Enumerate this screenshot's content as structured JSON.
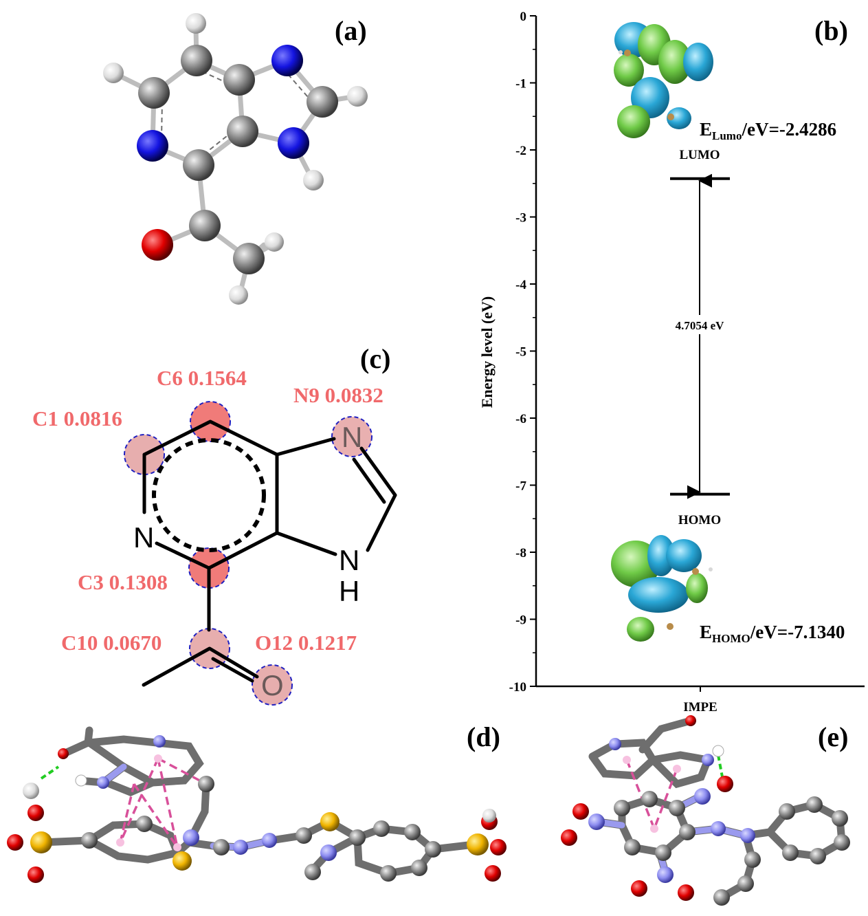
{
  "panels": {
    "a": "(a)",
    "b": "(b)",
    "c": "(c)",
    "d": "(d)",
    "e": "(e)"
  },
  "panel_c": {
    "atoms": [
      {
        "id": "C1",
        "value": "C1 0.0816"
      },
      {
        "id": "C6",
        "value": "C6 0.1564"
      },
      {
        "id": "N9",
        "value": "N9 0.0832"
      },
      {
        "id": "C3",
        "value": "C3 0.1308"
      },
      {
        "id": "C10",
        "value": "C10 0.0670"
      },
      {
        "id": "O12",
        "value": "O12 0.1217"
      }
    ],
    "ring_letters": {
      "n_left": "N",
      "n9": "N",
      "nh_n": "N",
      "nh_h": "H",
      "o": "O"
    }
  },
  "chart_data": {
    "type": "energy-level",
    "ylabel": "Energy level (eV)",
    "xlabel": "IMPE",
    "ylim": [
      -10,
      0
    ],
    "yticks": [
      "0",
      "-1",
      "-2",
      "-3",
      "-4",
      "-5",
      "-6",
      "-7",
      "-8",
      "-9",
      "-10"
    ],
    "levels": [
      {
        "name": "LUMO",
        "value": -2.4286,
        "annotation_main": "E",
        "annotation_sub": "Lumo",
        "annotation_rest": "/eV=-2.4286"
      },
      {
        "name": "HOMO",
        "value": -7.134,
        "annotation_main": "E",
        "annotation_sub": "HOMO",
        "annotation_rest": "/eV=-7.1340"
      }
    ],
    "gap_label": "4.7054 eV"
  },
  "colors": {
    "label_red": "#f0696b",
    "orbital_blue": "#2aa7d6",
    "orbital_green": "#6fca47",
    "carbon": "#7d7d7d",
    "nitrogen": "#1010d8",
    "oxygen": "#e00000",
    "hydrogen": "#e8e8e8",
    "sulfur": "#f0b400",
    "interaction_pink": "#d8509a",
    "hbond_green": "#22cc22"
  }
}
